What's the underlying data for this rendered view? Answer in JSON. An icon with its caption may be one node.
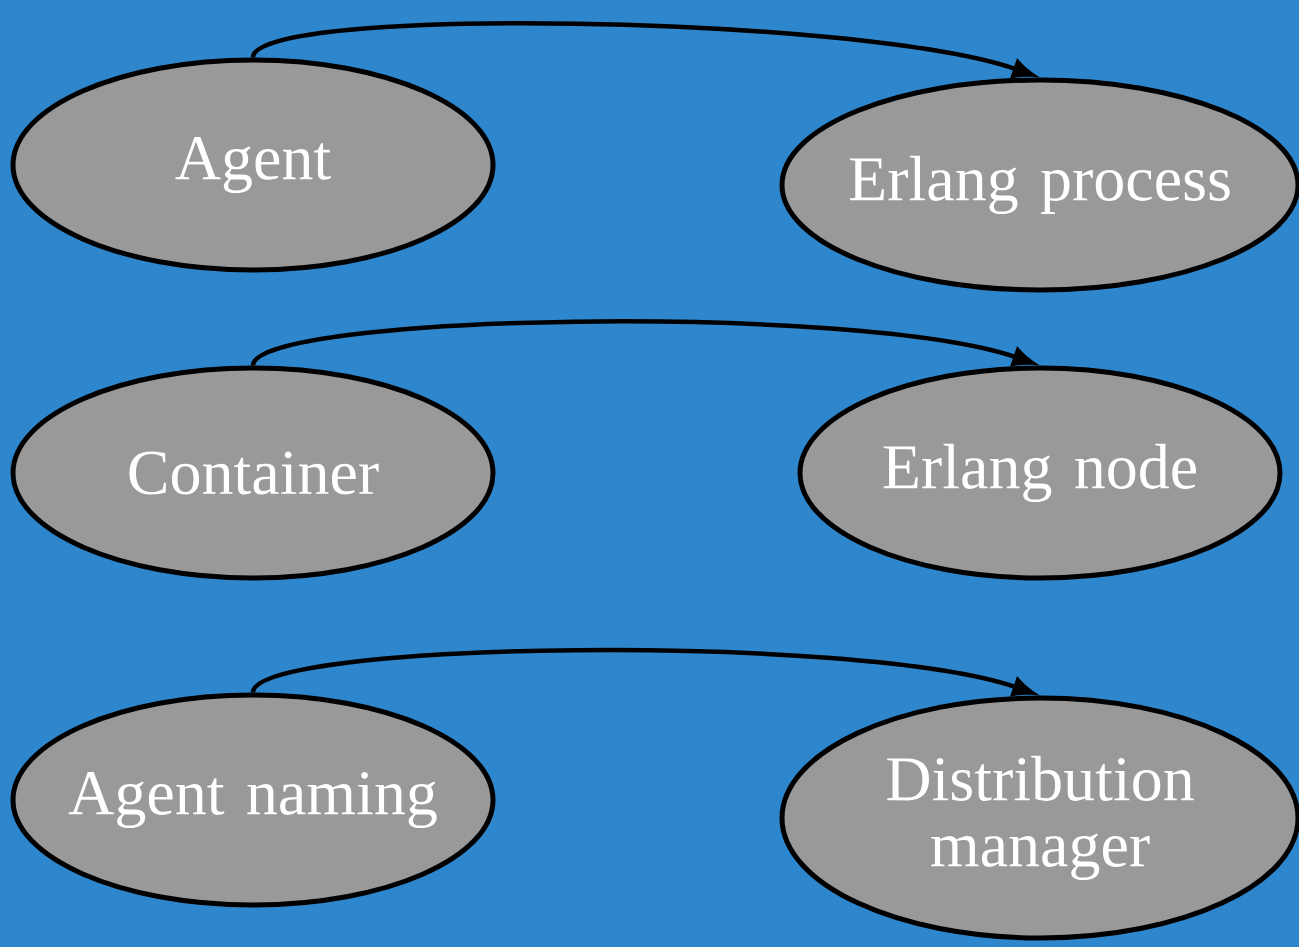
{
  "diagram": {
    "nodes": [
      {
        "text": [
          "Agent"
        ]
      },
      {
        "text": [
          "Erlang process"
        ]
      },
      {
        "text": [
          "Container"
        ]
      },
      {
        "text": [
          "Erlang node"
        ]
      },
      {
        "text": [
          "Agent naming"
        ]
      },
      {
        "text": [
          "Distribution manager"
        ]
      }
    ],
    "edges": [
      {
        "from": 0,
        "to": 1,
        "arrow": "to"
      },
      {
        "from": 2,
        "to": 3,
        "arrow": "to"
      },
      {
        "from": 4,
        "to": 5,
        "arrow": "to"
      }
    ]
  }
}
